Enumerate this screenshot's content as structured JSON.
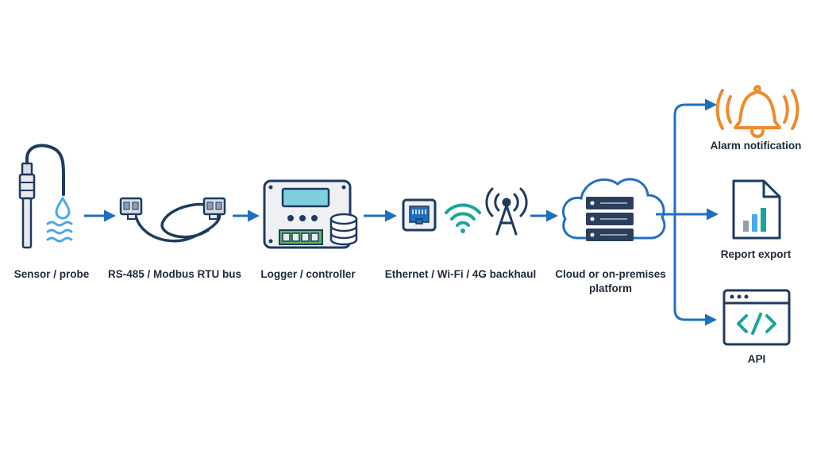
{
  "colors": {
    "navy": "#1e3a5f",
    "blue": "#1f6fbf",
    "light_blue": "#4aa8e8",
    "teal": "#1aa59a",
    "orange": "#ef8a2a",
    "green": "#5cb85c",
    "gray_fill": "#e8eaee",
    "text": "#1e2a3a"
  },
  "nodes": {
    "sensor": {
      "label": "Sensor / probe",
      "icon": "sensor-probe-icon"
    },
    "bus": {
      "label": "RS-485 / Modbus RTU bus",
      "icon": "cable-icon"
    },
    "logger": {
      "label": "Logger / controller",
      "icon": "logger-controller-icon"
    },
    "network": {
      "label": "Ethernet / Wi-Fi / 4G backhaul",
      "icon": "network-icons"
    },
    "platform": {
      "label": "Cloud or on-premises platform",
      "icon": "cloud-server-icon"
    },
    "alarm": {
      "label": "Alarm notification",
      "icon": "bell-icon"
    },
    "report": {
      "label": "Report export",
      "icon": "report-chart-icon"
    },
    "api": {
      "label": "API",
      "icon": "code-window-icon"
    }
  }
}
